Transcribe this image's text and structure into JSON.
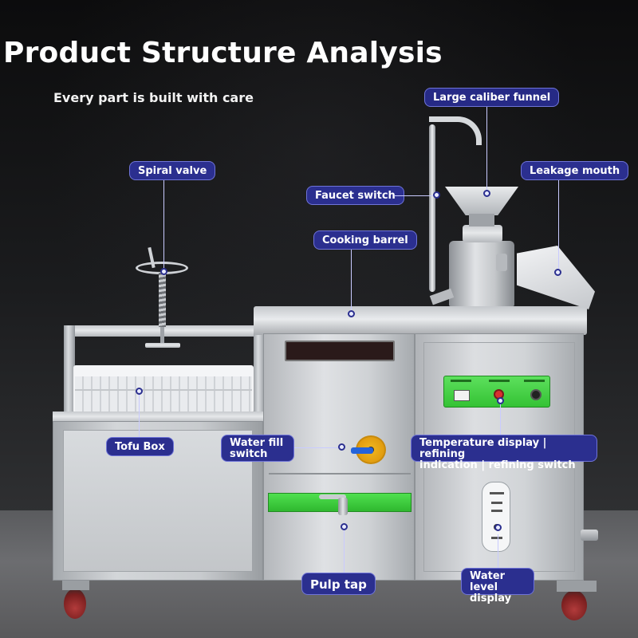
{
  "title": "Product Structure Analysis",
  "subtitle": "Every part is built with care",
  "colors": {
    "label_bg": "#2b2f8f",
    "label_border": "#6f74d8",
    "leader": "#c9cbff",
    "green_strip": "#32c832",
    "panel_green": "#3fcf3f",
    "red_indicator": "#d83030"
  },
  "labels": {
    "funnel": "Large caliber funnel",
    "spiral": "Spiral valve",
    "leakage": "Leakage mouth",
    "faucet": "Faucet switch",
    "barrel": "Cooking barrel",
    "tofu_box": "Tofu Box",
    "water_fill_1": "Water fill",
    "water_fill_2": "switch",
    "temp_1": "Temperature display | refining",
    "temp_2": "indication | refining switch",
    "pulp_tap": "Pulp tap",
    "water_level_1": "Water level",
    "water_level_2": "display"
  }
}
